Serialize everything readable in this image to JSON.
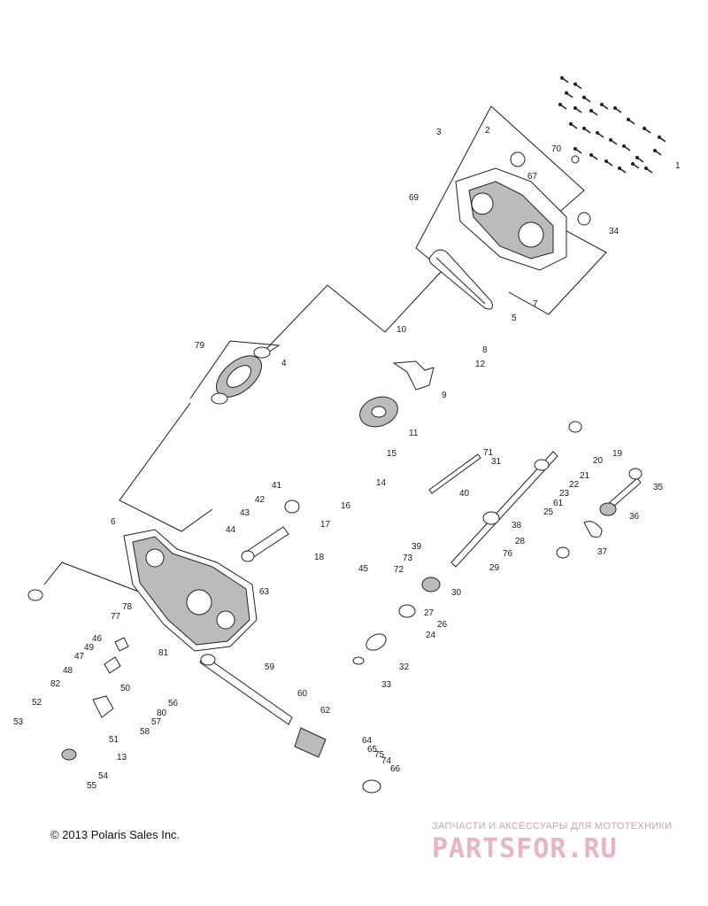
{
  "copyright": "© 2013 Polaris Sales Inc.",
  "watermark": {
    "tagline": "ЗАПЧАСТИ И АКСЕССУАРЫ ДЛЯ МОТОТЕХНИКИ",
    "logo": "PARTSFOR.RU"
  },
  "callouts": [
    "1",
    "2",
    "3",
    "4",
    "5",
    "6",
    "7",
    "8",
    "9",
    "10",
    "11",
    "12",
    "13",
    "14",
    "15",
    "16",
    "17",
    "18",
    "19",
    "20",
    "21",
    "22",
    "23",
    "24",
    "25",
    "26",
    "27",
    "28",
    "29",
    "30",
    "31",
    "32",
    "33",
    "34",
    "35",
    "36",
    "37",
    "38",
    "39",
    "40",
    "41",
    "42",
    "43",
    "44",
    "45",
    "46",
    "47",
    "48",
    "49",
    "50",
    "51",
    "52",
    "53",
    "54",
    "55",
    "56",
    "57",
    "58",
    "59",
    "60",
    "61",
    "62",
    "63",
    "64",
    "65",
    "66",
    "67",
    "69",
    "70",
    "71",
    "72",
    "73",
    "74",
    "75",
    "76",
    "77",
    "78",
    "79",
    "80",
    "81",
    "82"
  ],
  "colors": {
    "line": "#1a1a1a",
    "watermark": "#e8b5be"
  }
}
